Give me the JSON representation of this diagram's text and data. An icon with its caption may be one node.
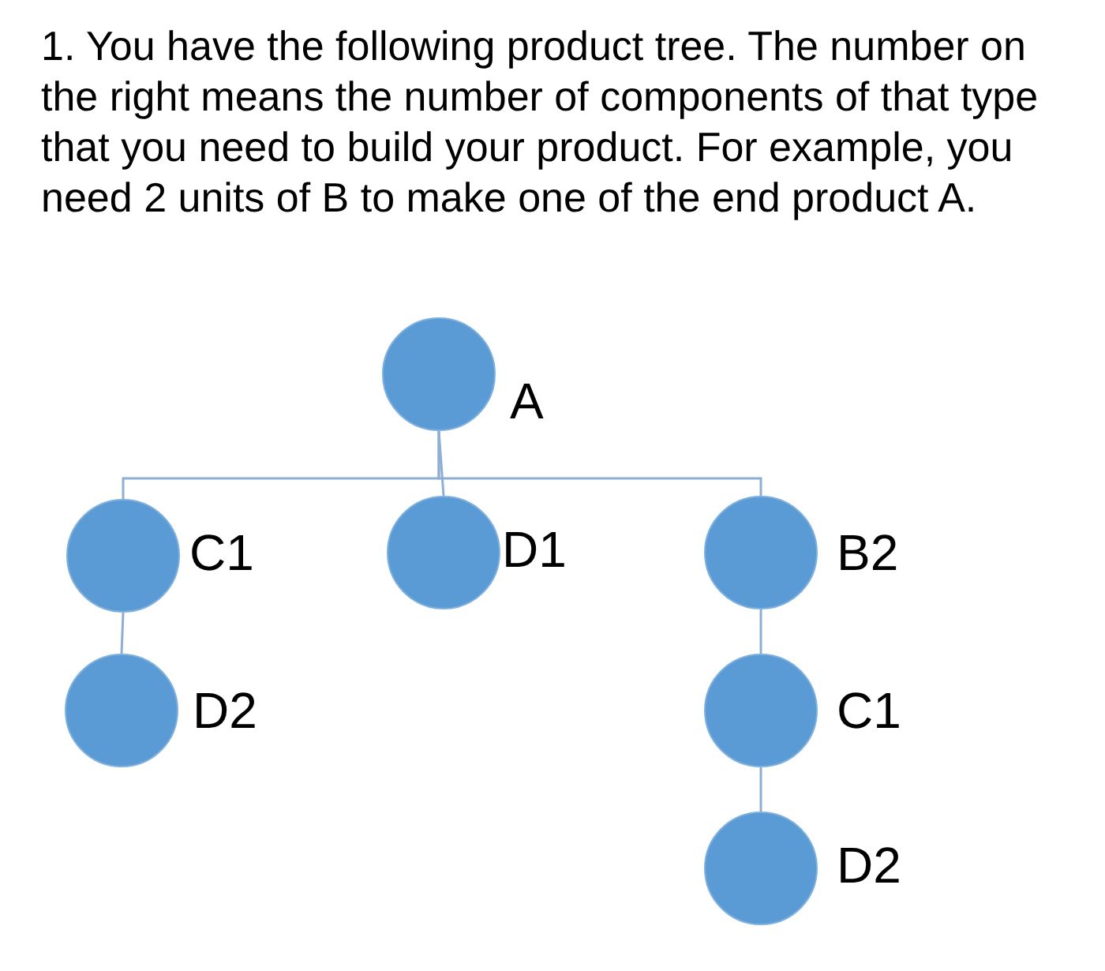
{
  "diagram": {
    "title": "1. You have the following product tree. The number on the right means the number of components of that type that you need to build your product. For example, you need 2 units of B to make one of the end product A.",
    "nodes": [
      {
        "text": [],
        "shape": "circle",
        "beside": [
          "A"
        ]
      },
      {
        "text": [],
        "shape": "circle",
        "beside": [
          "C1"
        ]
      },
      {
        "text": [],
        "shape": "circle",
        "beside": [
          "D1"
        ]
      },
      {
        "text": [],
        "shape": "circle",
        "beside": [
          "B2"
        ]
      },
      {
        "text": [],
        "shape": "circle",
        "beside": [
          "D2"
        ]
      },
      {
        "text": [],
        "shape": "circle",
        "beside": [
          "C1"
        ]
      },
      {
        "text": [],
        "shape": "circle",
        "beside": [
          "D2"
        ]
      }
    ],
    "edges": [
      {
        "from": 0,
        "to": 1,
        "arrow": "none"
      },
      {
        "from": 0,
        "to": 2,
        "arrow": "none"
      },
      {
        "from": 0,
        "to": 3,
        "arrow": "none"
      },
      {
        "from": 1,
        "to": 4,
        "arrow": "none"
      },
      {
        "from": 3,
        "to": 5,
        "arrow": "none"
      },
      {
        "from": 5,
        "to": 6,
        "arrow": "none"
      }
    ]
  }
}
